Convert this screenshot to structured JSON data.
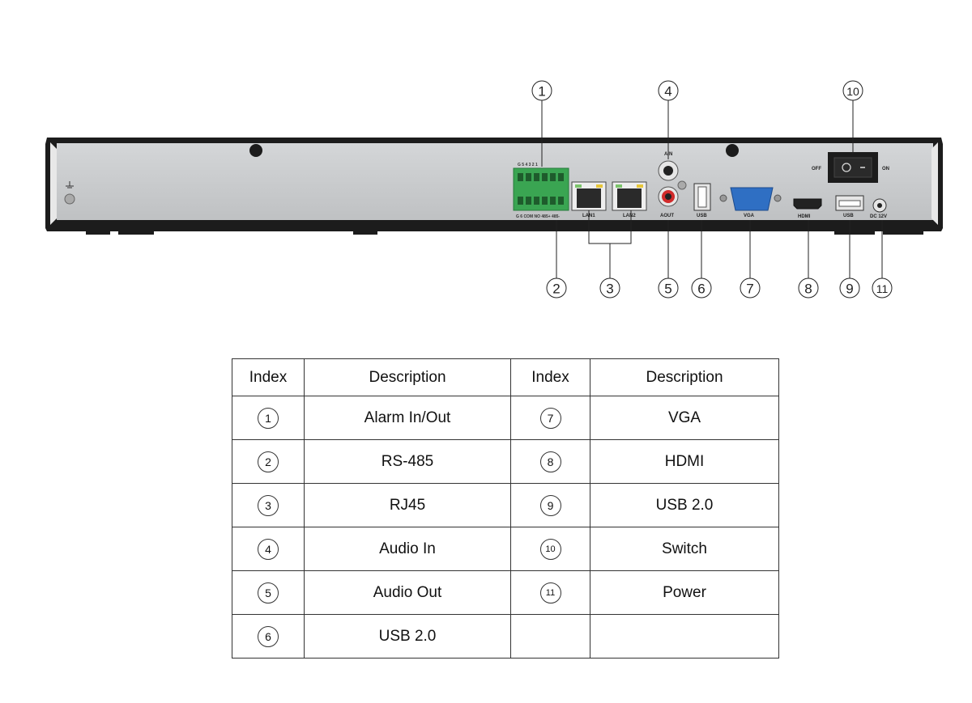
{
  "callouts": [
    "1",
    "2",
    "3",
    "4",
    "5",
    "6",
    "7",
    "8",
    "9",
    "10",
    "11"
  ],
  "panel_labels": {
    "ain": "AIN",
    "aout": "AOUT",
    "lan1": "LAN1",
    "lan2": "LAN2",
    "usb_rear": "USB",
    "vga": "VGA",
    "hdmi": "HDMI",
    "usb_right": "USB",
    "dc": "DC 12V",
    "off": "OFF",
    "on": "ON",
    "terminal_top": "G  5  4  3  2  1",
    "terminal_bottom": "G  6  COM NO 485+ 485-"
  },
  "table": {
    "headers": [
      "Index",
      "Description",
      "Index",
      "Description"
    ],
    "rows": [
      {
        "i1": "1",
        "d1": "Alarm In/Out",
        "i2": "7",
        "d2": "VGA"
      },
      {
        "i1": "2",
        "d1": "RS-485",
        "i2": "8",
        "d2": "HDMI"
      },
      {
        "i1": "3",
        "d1": "RJ45",
        "i2": "9",
        "d2": "USB 2.0"
      },
      {
        "i1": "4",
        "d1": "Audio In",
        "i2": "10",
        "d2": "Switch"
      },
      {
        "i1": "5",
        "d1": "Audio Out",
        "i2": "11",
        "d2": "Power"
      },
      {
        "i1": "6",
        "d1": "USB 2.0",
        "i2": "",
        "d2": ""
      }
    ]
  },
  "colors": {
    "chassis": "#1c1c1c",
    "panel": "#c9cbcd",
    "terminal": "#3aa552",
    "vga": "#2f6fc3",
    "aout_ring": "#d12b2b"
  }
}
